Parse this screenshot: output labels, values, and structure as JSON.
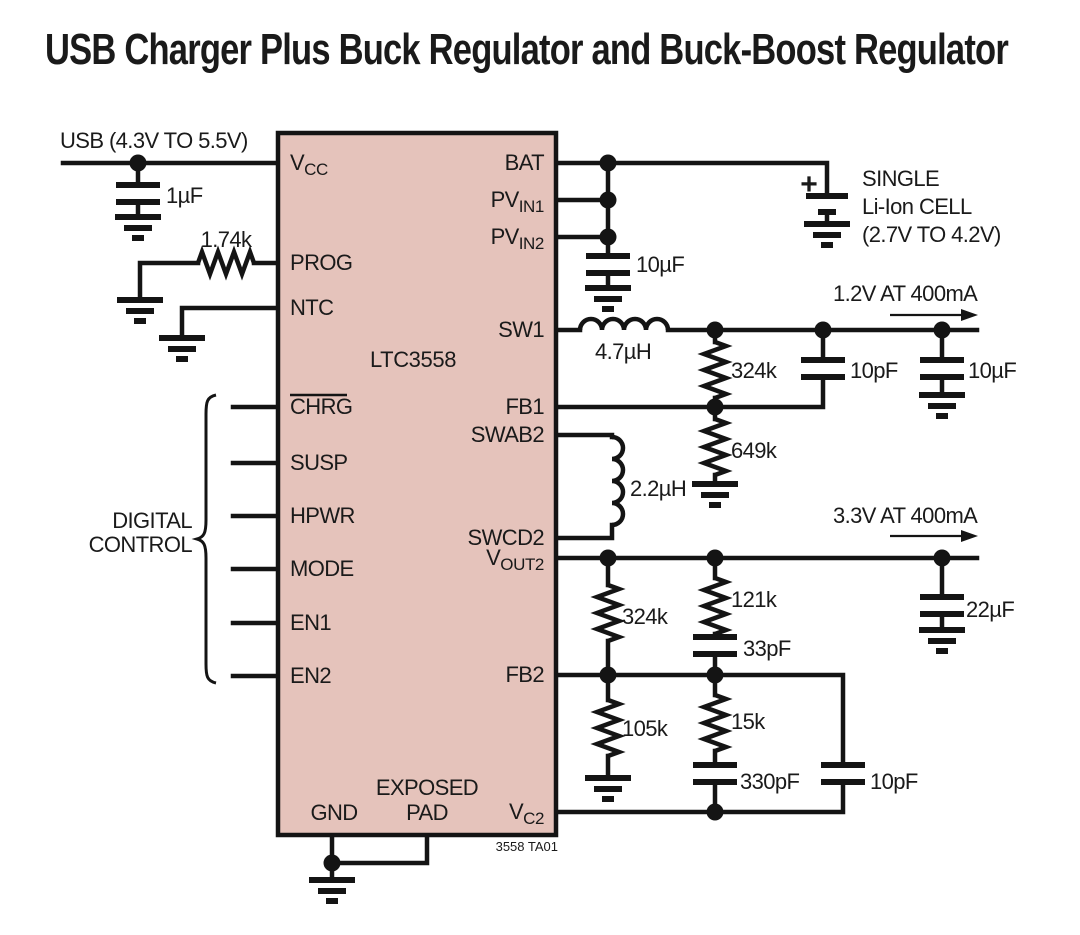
{
  "title": "USB Charger Plus Buck Regulator and Buck-Boost Regulator",
  "ic": {
    "name": "LTC3558",
    "caption": "3558 TA01",
    "pins": {
      "vcc": {
        "main": "V",
        "sub": "CC"
      },
      "prog": "PROG",
      "ntc": "NTC",
      "chrg": "CHRG",
      "susp": "SUSP",
      "hpwr": "HPWR",
      "mode": "MODE",
      "en1": "EN1",
      "en2": "EN2",
      "gnd": "GND",
      "exposed_line1": "EXPOSED",
      "exposed_line2": "PAD",
      "bat": "BAT",
      "pvin1": {
        "main": "PV",
        "sub": "IN1"
      },
      "pvin2": {
        "main": "PV",
        "sub": "IN2"
      },
      "sw1": "SW1",
      "fb1": "FB1",
      "swab2": "SWAB2",
      "swcd2": "SWCD2",
      "vout2": {
        "main": "V",
        "sub": "OUT2"
      },
      "fb2": "FB2",
      "vc2": {
        "main": "V",
        "sub": "C2"
      }
    }
  },
  "annotations": {
    "usb_input": "USB (4.3V TO 5.5V)",
    "battery_plus": "+",
    "battery_line1": "SINGLE",
    "battery_line2": "Li-Ion CELL",
    "battery_line3": "(2.7V TO 4.2V)",
    "output1": "1.2V AT 400mA",
    "output2": "3.3V AT 400mA",
    "digital_control_line1": "DIGITAL",
    "digital_control_line2": "CONTROL"
  },
  "components": {
    "c_usb": "1µF",
    "r_prog": "1.74k",
    "c_bat": "10µF",
    "l1": "4.7µH",
    "r_fb1_top": "324k",
    "c_ff1": "10pF",
    "c_out1": "10µF",
    "r_fb1_bot": "649k",
    "l2": "2.2µH",
    "r_fb2_top": "324k",
    "r_fb2_mid": "121k",
    "c_fb2": "33pF",
    "c_out2": "22µF",
    "r_fb2_bot": "105k",
    "r_comp": "15k",
    "c_comp": "330pF",
    "c_ff2": "10pF"
  },
  "colors": {
    "ic_fill": "#e5c3bb",
    "line": "#141414"
  }
}
